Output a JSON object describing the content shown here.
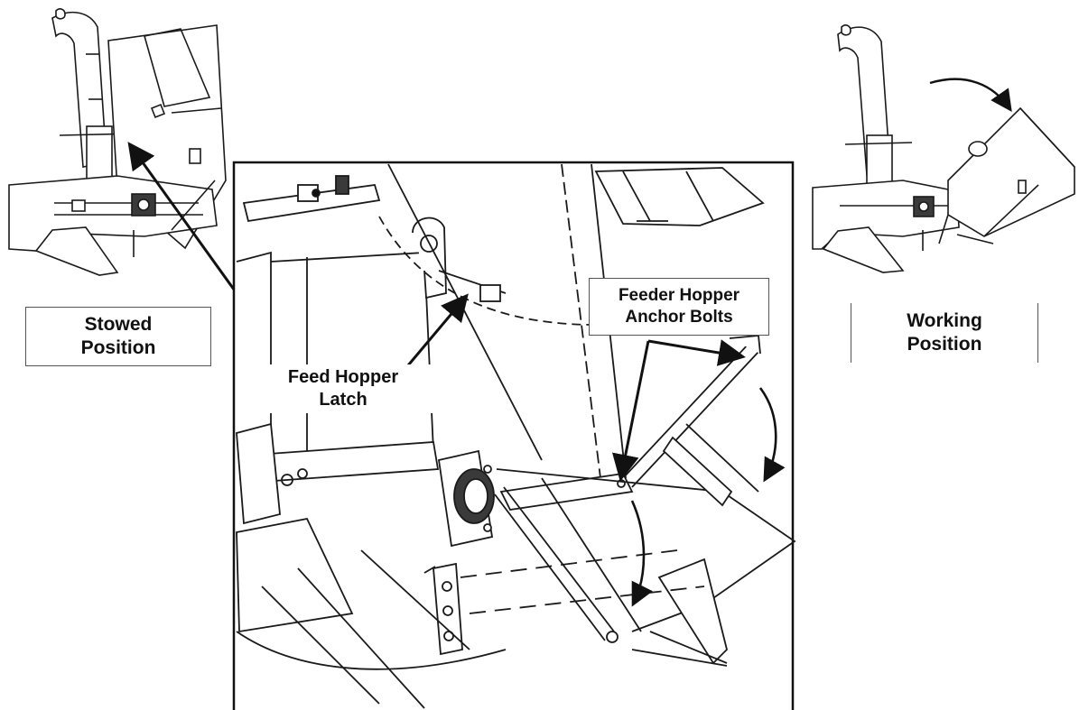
{
  "labels": {
    "stowed": [
      "Stowed",
      "Position"
    ],
    "working": [
      "Working",
      "Position"
    ],
    "latch": [
      "Feed Hopper",
      "Latch"
    ],
    "bolts": [
      "Feeder Hopper",
      "Anchor Bolts"
    ]
  },
  "colors": {
    "line": "#1a1a1a",
    "fill": "#ffffff",
    "shade": "#3a3a3a"
  }
}
